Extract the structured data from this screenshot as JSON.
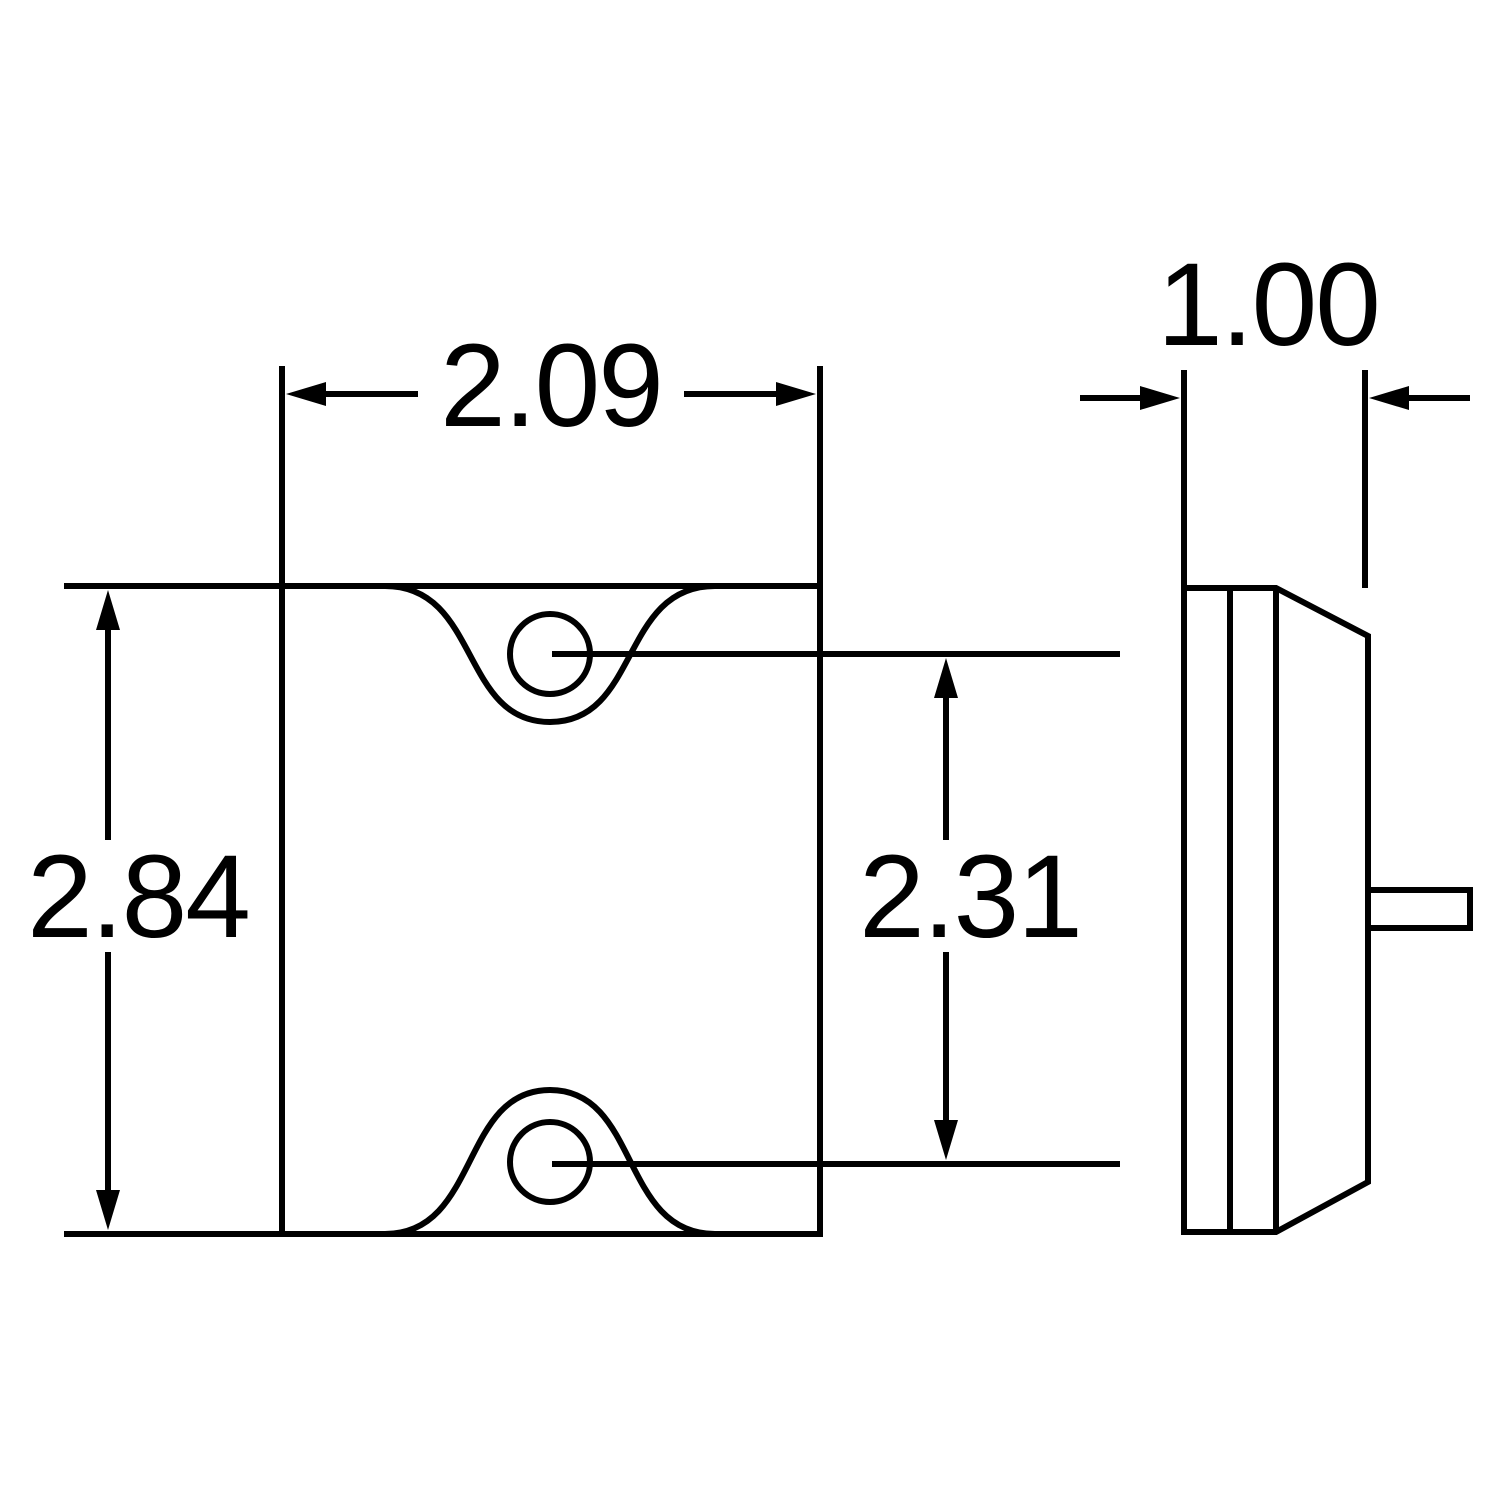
{
  "diagram": {
    "title": "",
    "dimensions": {
      "width": "2.09",
      "height": "2.84",
      "hole_spacing": "2.31",
      "depth": "1.00"
    },
    "colors": {
      "line": "#000000",
      "background": "#ffffff"
    }
  }
}
